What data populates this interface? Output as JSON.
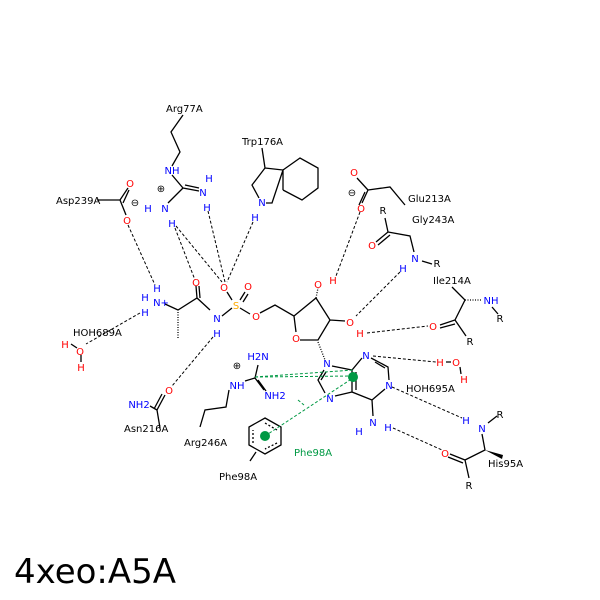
{
  "title": "4xeo:A5A",
  "residues": {
    "arg77": "Arg77A",
    "trp176": "Trp176A",
    "asp239": "Asp239A",
    "glu213": "Glu213A",
    "gly243": "Gly243A",
    "ile214": "Ile214A",
    "hoh689": "HOH689A",
    "hoh695": "HOH695A",
    "his95": "His95A",
    "asn216": "Asn216A",
    "arg246": "Arg246A",
    "phe98": "Phe98A",
    "phe98_pi": "Phe98A"
  },
  "atoms": {
    "N": "N",
    "O": "O",
    "H": "H",
    "S": "S",
    "R": "R",
    "NH": "NH",
    "NH2": "NH2",
    "H2N": "H2N",
    "Nplus": "N+",
    "plus": "⊕",
    "minus": "⊖"
  },
  "colors": {
    "nitrogen": "#0000ff",
    "oxygen": "#ff0000",
    "sulfur": "#ffaa00",
    "pi_interaction": "#009944"
  }
}
